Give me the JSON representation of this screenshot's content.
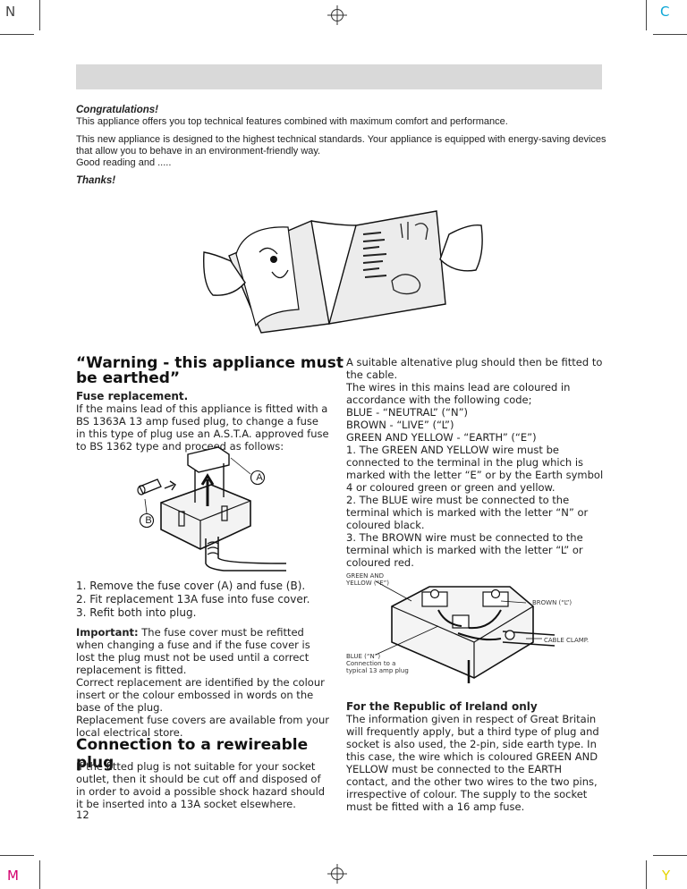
{
  "registration": {
    "top_left": "N",
    "top_right": "C",
    "bottom_left": "M",
    "bottom_right": "Y"
  },
  "intro": {
    "congrats": "Congratulations!",
    "line1": "This appliance offers you top technical features combined with maximum comfort and performance.",
    "line2": "This new appliance is designed to the highest technical standards. Your appliance is equipped with energy-saving devices",
    "line3": "that allow you to behave in an environment-friendly way.",
    "line4": "Good reading and .....",
    "thanks": "Thanks!"
  },
  "left": {
    "warning_title_1": "“Warning - this appliance must",
    "warning_title_2": "be earthed”",
    "fuse_heading": "Fuse replacement.",
    "fuse_text": "If the mains lead of this appliance is fitted with a BS 1363A 13 amp fused plug, to change a fuse in this type of plug use an A.S.T.A. approved fuse to BS 1362 type and proceed as follows:",
    "label_a": "A",
    "label_b": "B",
    "steps": [
      "1.  Remove the fuse cover (A) and fuse (B).",
      "2.  Fit replacement 13A fuse into fuse cover.",
      "3.  Refit both into plug."
    ],
    "important_label": "Important:",
    "important_text": " The fuse cover must be refitted when changing a fuse and if the fuse cover is lost the plug must not be used until a correct replacement is fitted.",
    "correct_text": "Correct replacement are identified by the colour insert or the colour embossed in words on the base of the plug.",
    "covers_text": "Replacement fuse covers are available from your local electrical store.",
    "rewire_title": "Connection to a rewireable plug",
    "rewire_text": "If the fitted plug is not suitable for your socket outlet, then it should be cut off and disposed of in order to avoid a possible shock hazard should it be inserted into a 13A socket elsewhere.",
    "page_number": "12"
  },
  "right": {
    "p1": "A suitable altenative plug should then be fitted to the cable.",
    "p2": "The wires in this mains lead are coloured in accordance with the following code;",
    "code1": "BLUE - “NEUTRAL” (“N”)",
    "code2": "BROWN - “LIVE” (“L”)",
    "code3": "GREEN AND YELLOW - “EARTH” (“E”)",
    "rule1": "1.  The GREEN AND YELLOW wire must be connected to the terminal in the plug which is marked with the letter “E” or by the Earth symbol",
    "earth_glyph": "4",
    "rule1_end": "or coloured green or green and yellow.",
    "rule2": "2.  The BLUE wire must be connected to the terminal which is marked with the letter “N” or coloured black.",
    "rule3": "3.  The BROWN wire must be connected to the terminal which is marked with the letter “L” or coloured red.",
    "lbl_green_1": "GREEN AND",
    "lbl_green_2": "YELLOW (“E”)",
    "lbl_brown": "BROWN (“L”)",
    "lbl_clamp": "CABLE CLAMP.",
    "lbl_blue_1": "BLUE (“N”)",
    "lbl_blue_2": "Connection to a",
    "lbl_blue_3": "typical 13 amp plug",
    "ireland_title": "For the Republic of Ireland only",
    "ireland_text": "The information given in respect of Great Britain will frequently apply, but a third type of plug and socket is also used, the 2-pin, side earth type. In this case, the wire which is coloured GREEN AND YELLOW must be connected to the EARTH contact, and the other two wires to the two pins, irrespective of colour. The supply to the socket must be fitted with a 16 amp fuse."
  }
}
